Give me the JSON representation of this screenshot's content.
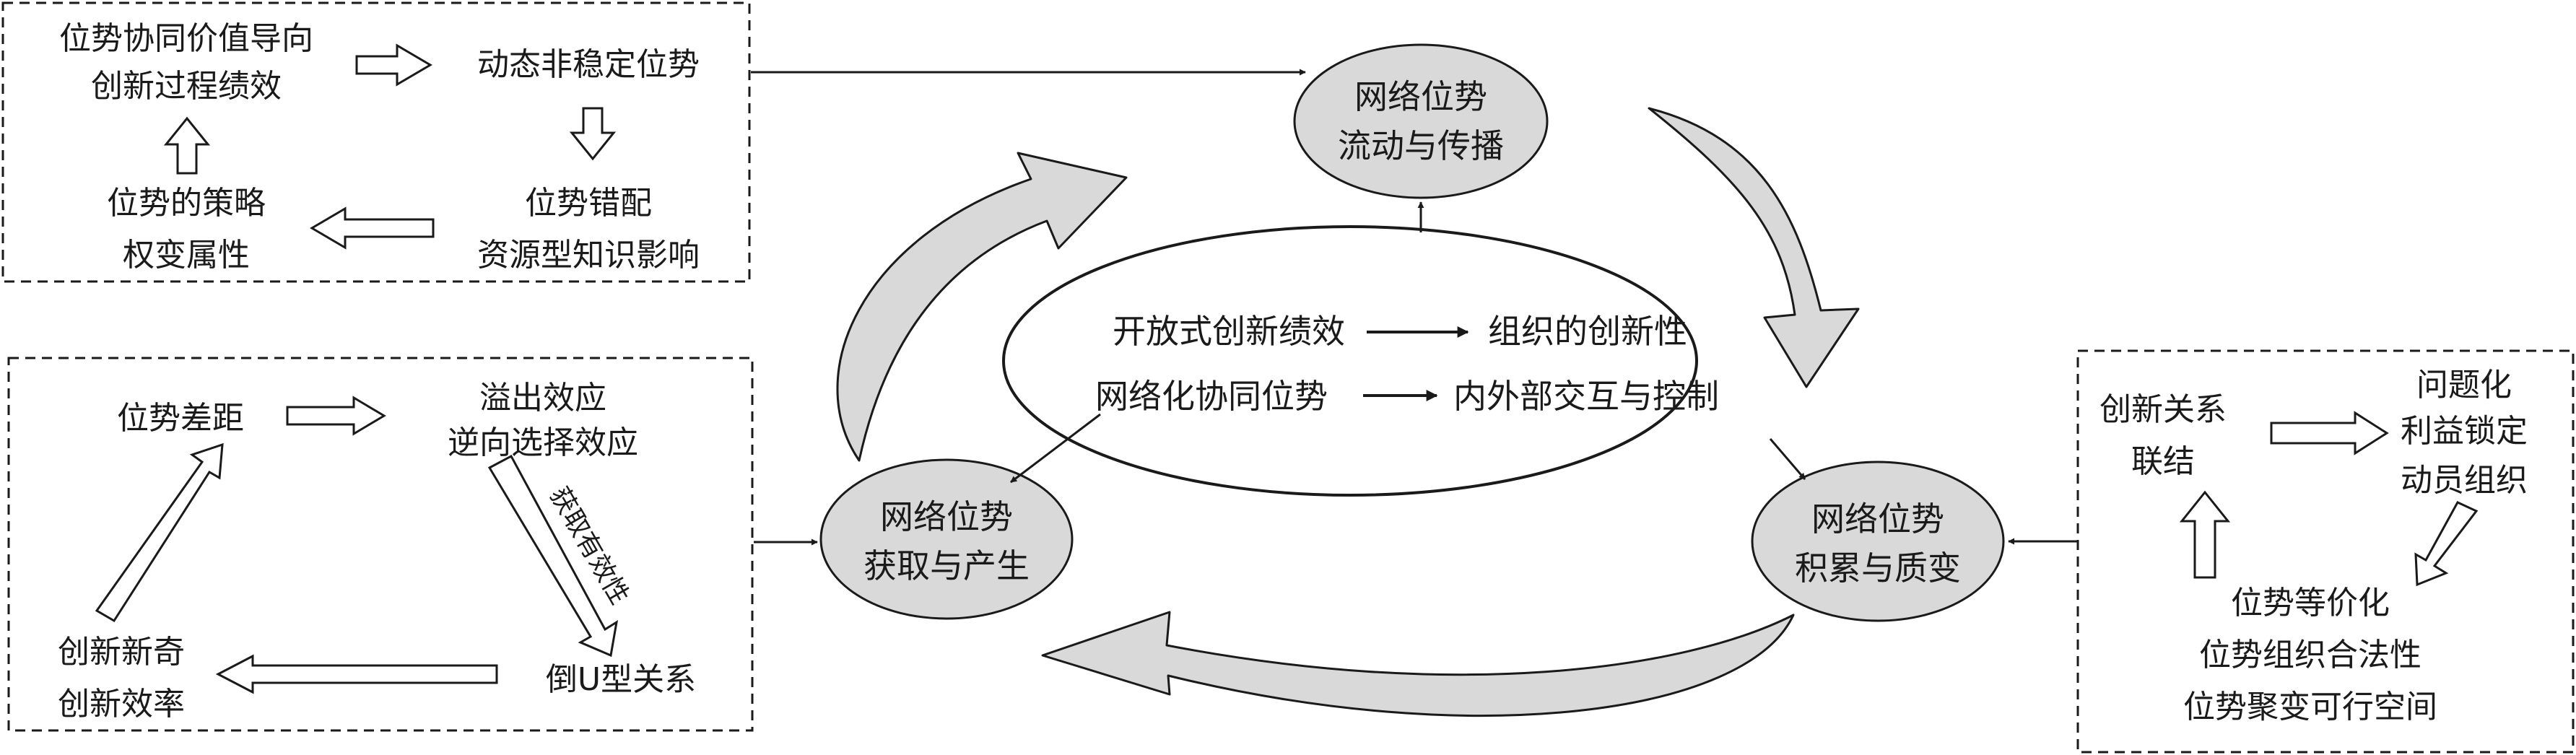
{
  "center": {
    "line1_left": "开放式创新绩效",
    "line1_right": "组织的创新性",
    "line2_left": "网络化协同位势",
    "line2_right": "内外部交互与控制"
  },
  "nodes": {
    "top": {
      "line1": "网络位势",
      "line2": "流动与传播"
    },
    "left": {
      "line1": "网络位势",
      "line2": "获取与产生"
    },
    "right": {
      "line1": "网络位势",
      "line2": "积累与质变"
    }
  },
  "top_left_box": {
    "value_orientation": {
      "line1": "位势协同价值导向",
      "line2": "创新过程绩效"
    },
    "dynamic_unstable": "动态非稳定位势",
    "mismatch": {
      "line1": "位势错配",
      "line2": "资源型知识影响"
    },
    "strategy": {
      "line1": "位势的策略",
      "line2": "权变属性"
    }
  },
  "bottom_left_box": {
    "gap": "位势差距",
    "spillover": {
      "line1": "溢出效应",
      "line2": "逆向选择效应"
    },
    "effectiveness": "获取有效性",
    "inverted_u": "倒U型关系",
    "novelty": {
      "line1": "创新新奇",
      "line2": "创新效率"
    }
  },
  "right_box": {
    "link": {
      "line1": "创新关系",
      "line2": "联结"
    },
    "mobilize": {
      "line1": "问题化",
      "line2": "利益锁定",
      "line3": "动员组织"
    },
    "legitimacy": {
      "line1": "位势等价化",
      "line2": "位势组织合法性",
      "line3": "位势聚变可行空间"
    }
  }
}
